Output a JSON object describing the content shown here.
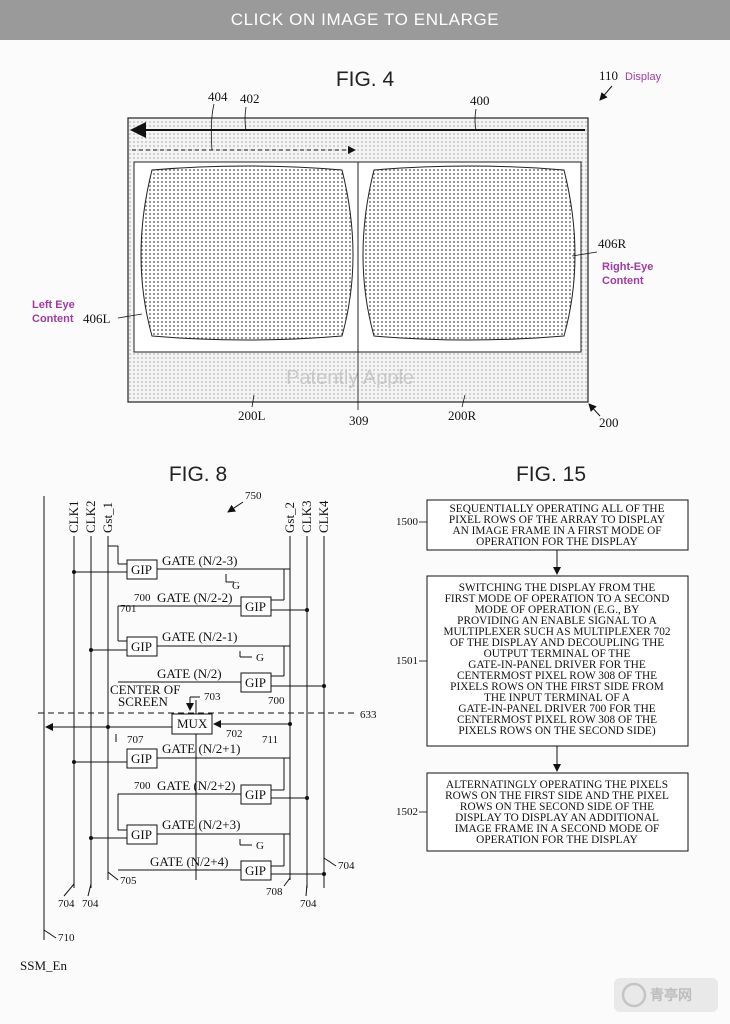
{
  "banner": "CLICK ON IMAGE TO ENLARGE",
  "fig4": {
    "title": "FIG. 4",
    "ref_display_num": "110",
    "ref_display_word": "Display",
    "ref_404": "404",
    "ref_402": "402",
    "ref_400": "400",
    "ref_406R": "406R",
    "right_eye_line1": "Right-Eye",
    "right_eye_line2": "Content",
    "left_eye_line1": "Left Eye",
    "left_eye_line2": "Content",
    "ref_406L": "406L",
    "watermark": "Patently Apple",
    "ref_200L": "200L",
    "ref_309": "309",
    "ref_200R": "200R",
    "ref_200": "200"
  },
  "fig8": {
    "title": "FIG. 8",
    "ref_750": "750",
    "clk1": "CLK1",
    "clk2": "CLK2",
    "gst1": "Gst_1",
    "gst2": "Gst_2",
    "clk3": "CLK3",
    "clk4": "CLK4",
    "gip": "GIP",
    "g": "G",
    "gate1": "GATE (N/2-3)",
    "gate2": "GATE (N/2-2)",
    "gate3": "GATE (N/2-1)",
    "gate4": "GATE (N/2)",
    "gate5": "GATE (N/2+1)",
    "gate6": "GATE (N/2+2)",
    "gate7": "GATE (N/2+3)",
    "gate8": "GATE (N/2+4)",
    "ref_700": "700",
    "ref_701": "701",
    "center_line1": "CENTER OF",
    "center_line2": "SCREEN",
    "ref_703": "703",
    "mux": "MUX",
    "ref_702": "702",
    "ref_633": "633",
    "ref_707": "707",
    "ref_711": "711",
    "ref_705": "705",
    "ref_704": "704",
    "ref_708": "708",
    "ref_710": "710",
    "ssm": "SSM_En"
  },
  "fig15": {
    "title": "FIG. 15",
    "ref_1500": "1500",
    "ref_1501": "1501",
    "ref_1502": "1502",
    "box1": [
      "SEQUENTIALLY OPERATING ALL OF THE",
      "PIXEL ROWS OF THE ARRAY TO DISPLAY",
      "AN IMAGE FRAME IN A FIRST MODE OF",
      "OPERATION FOR THE DISPLAY"
    ],
    "box2": [
      "SWITCHING THE DISPLAY FROM THE",
      "FIRST MODE OF OPERATION TO A SECOND",
      "MODE OF OPERATION (E.G., BY",
      "PROVIDING AN ENABLE SIGNAL TO A",
      "MULTIPLEXER SUCH AS MULTIPLEXER 702",
      "OF THE DISPLAY AND DECOUPLING THE",
      "OUTPUT TERMINAL OF THE",
      "GATE-IN-PANEL DRIVER FOR THE",
      "CENTERMOST PIXEL ROW 308 OF THE",
      "PIXELS ROWS ON THE FIRST SIDE FROM",
      "THE INPUT TERMINAL OF A",
      "GATE-IN-PANEL DRIVER 700 FOR THE",
      "CENTERMOST PIXEL ROW 308 OF THE",
      "PIXELS ROWS ON THE SECOND SIDE)"
    ],
    "box3": [
      "ALTERNATINGLY OPERATING THE PIXELS",
      "ROWS ON THE FIRST SIDE AND THE PIXEL",
      "ROWS ON THE SECOND SIDE OF THE",
      "DISPLAY TO DISPLAY AN ADDITIONAL",
      "IMAGE FRAME IN A SECOND MODE OF",
      "OPERATION FOR THE DISPLAY"
    ]
  },
  "logo": "青亭网"
}
